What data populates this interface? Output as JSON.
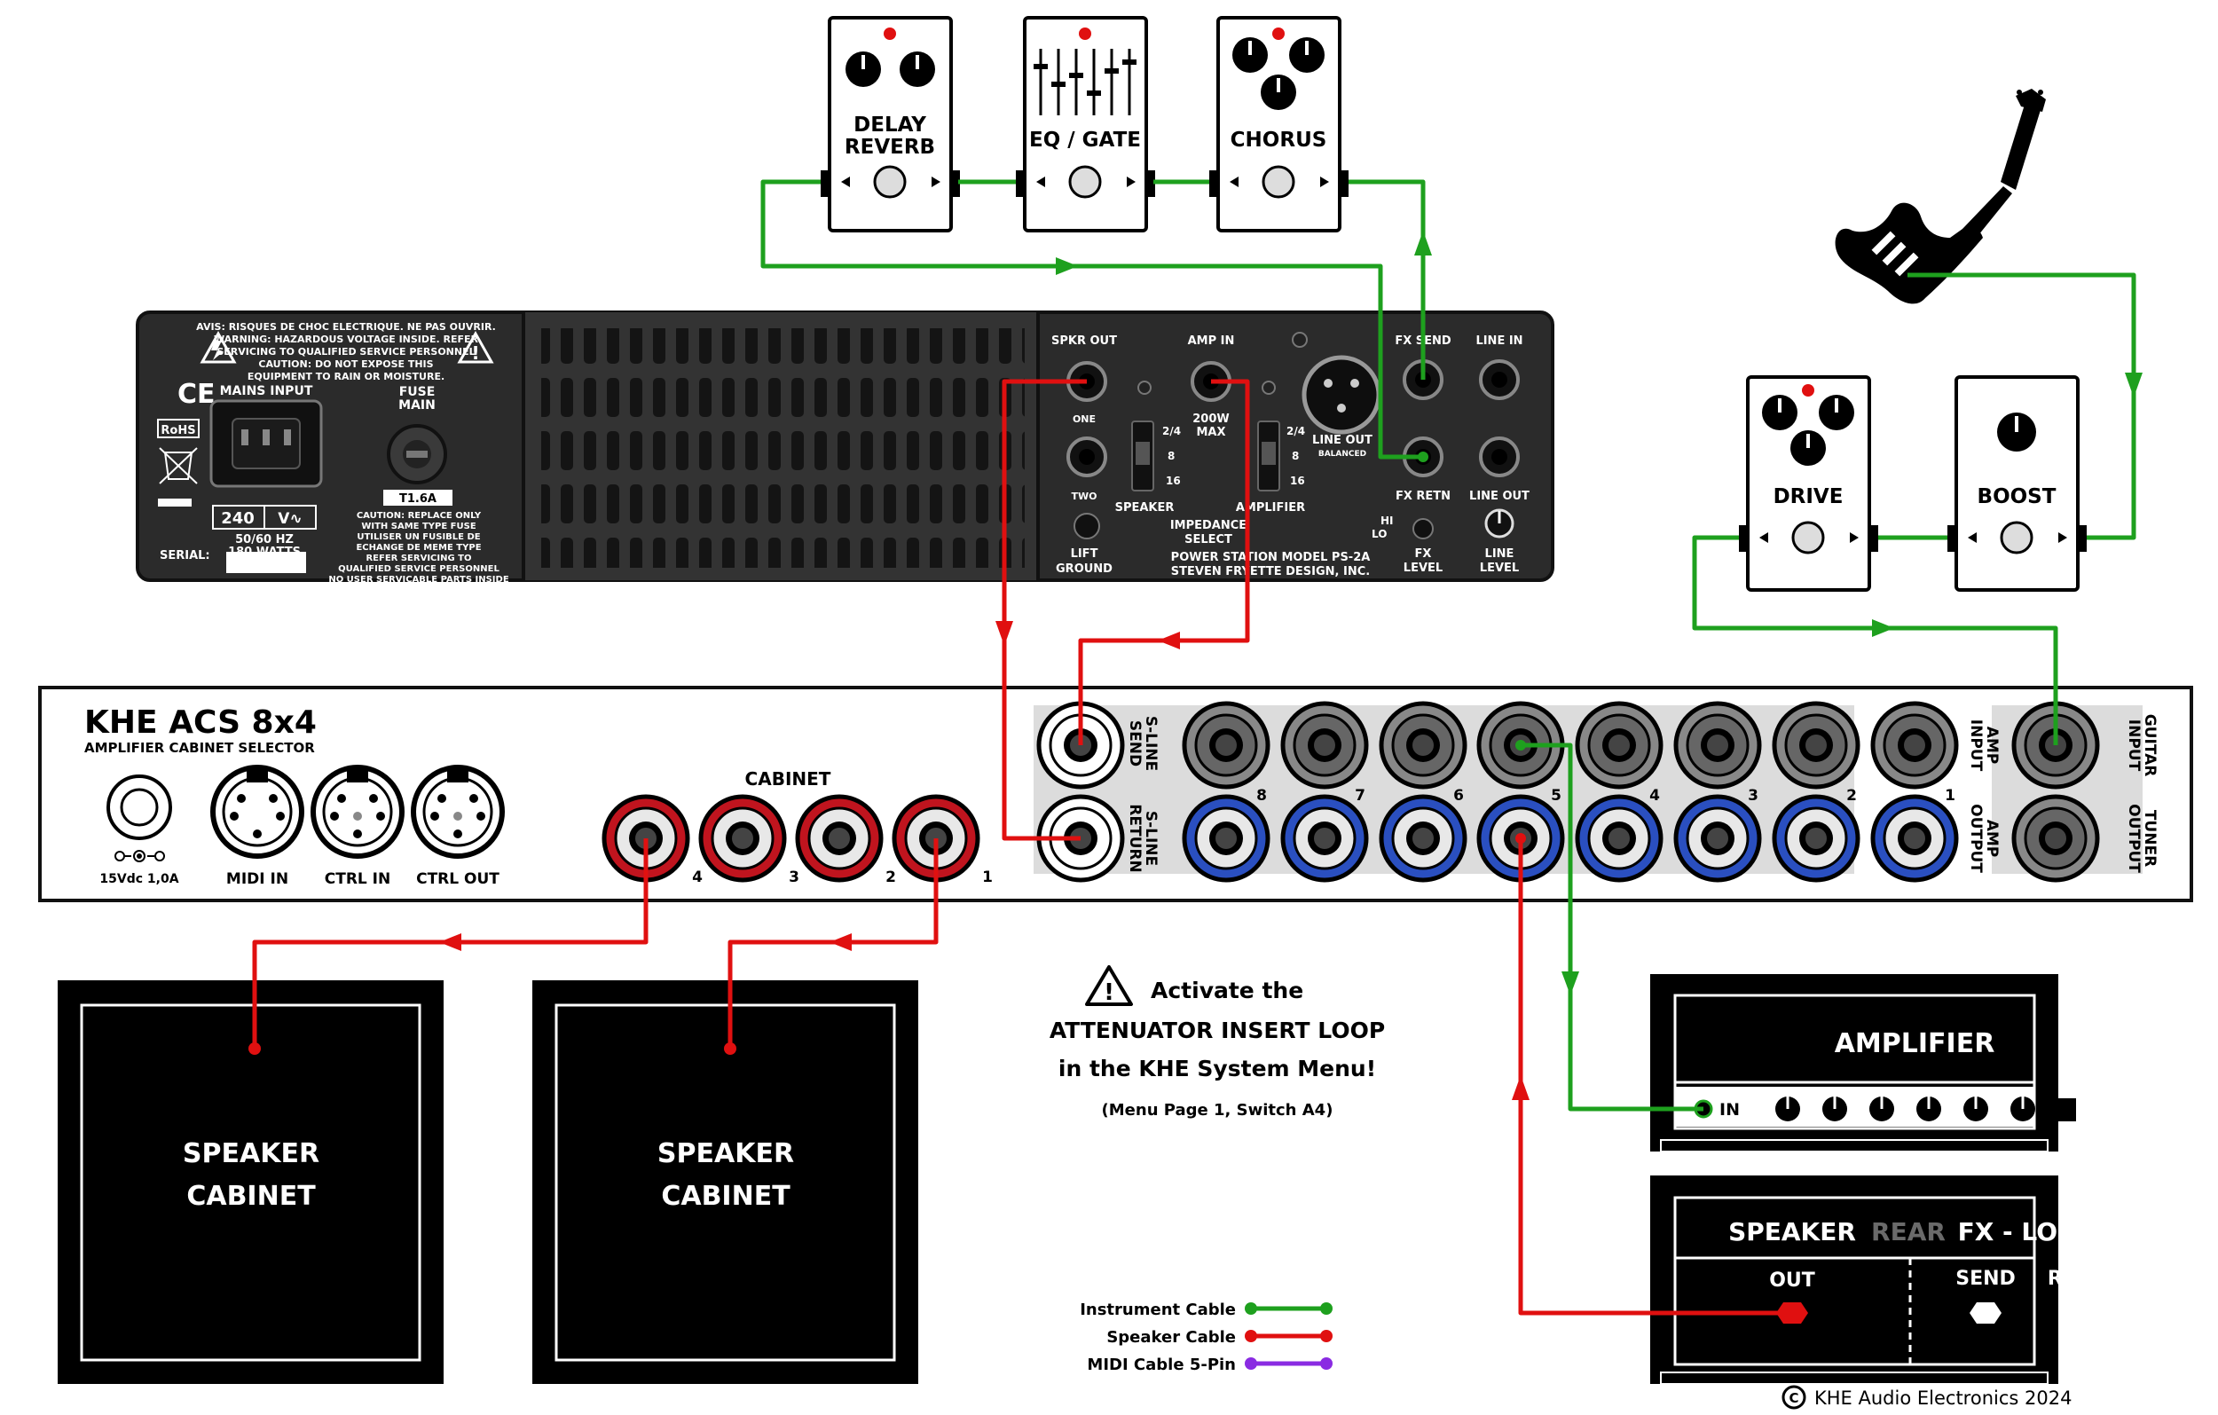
{
  "pedals": {
    "delay": {
      "line1": "DELAY",
      "line2": "REVERB"
    },
    "eq": {
      "label": "EQ / GATE"
    },
    "chorus": {
      "label": "CHORUS"
    },
    "drive": {
      "label": "DRIVE"
    },
    "boost": {
      "label": "BOOST"
    }
  },
  "power_station": {
    "warning": [
      "AVIS: RISQUES DE CHOC ELECTRIQUE. NE PAS OUVRIR.",
      "WARNING: HAZARDOUS VOLTAGE INSIDE. REFER",
      "SERVICING TO QUALIFIED SERVICE PERSONNEL",
      "CAUTION: DO NOT EXPOSE THIS",
      "EQUIPMENT TO RAIN OR MOISTURE."
    ],
    "ce": "CE",
    "rohs": "RoHS",
    "mains_input": "MAINS INPUT",
    "fuse_line1": "FUSE",
    "fuse_line2": "MAIN",
    "fuse_rating": "T1.6A",
    "voltage": "240",
    "voltage_unit": "V∿",
    "hz": "50/60 HZ",
    "watts": "180 WATTS",
    "serial": "SERIAL:",
    "caution": [
      "CAUTION: REPLACE ONLY",
      "WITH SAME TYPE FUSE",
      "UTILISER UN FUSIBLE DE",
      "ECHANGE DE MEME TYPE",
      "REFER SERVICING TO",
      "QUALIFIED SERVICE PERSONNEL",
      "NO USER SERVICABLE PARTS INSIDE"
    ],
    "spkr_out": "SPKR OUT",
    "one": "ONE",
    "two": "TWO",
    "amp_in": "AMP IN",
    "max_line1": "200W",
    "max_line2": "MAX",
    "imp_values": [
      "2/4",
      "8",
      "16"
    ],
    "speaker": "SPEAKER",
    "amplifier": "AMPLIFIER",
    "impedance_line1": "IMPEDANCE",
    "impedance_line2": "SELECT",
    "lift_line1": "LIFT",
    "lift_line2": "GROUND",
    "line_out": "LINE OUT",
    "balanced": "BALANCED",
    "fx_send": "FX SEND",
    "fx_retn": "FX RETN",
    "line_in": "LINE IN",
    "line_out2": "LINE OUT",
    "hi": "HI",
    "lo": "LO",
    "fx_level_line1": "FX",
    "fx_level_line2": "LEVEL",
    "line_level_line1": "LINE",
    "line_level_line2": "LEVEL",
    "model_line1": "POWER STATION MODEL PS-2A",
    "model_line2": "STEVEN FRYETTE DESIGN, INC."
  },
  "acs": {
    "title": "KHE ACS 8x4",
    "subtitle": "AMPLIFIER CABINET SELECTOR",
    "power": "15Vdc 1,0A",
    "midi_in": "MIDI IN",
    "ctrl_in": "CTRL IN",
    "ctrl_out": "CTRL OUT",
    "cabinet": "CABINET",
    "cabinet_numbers": [
      "4",
      "3",
      "2",
      "1"
    ],
    "sline_send": [
      "S-LINE",
      "SEND"
    ],
    "sline_return": [
      "S-LINE",
      "RETURN"
    ],
    "amp_numbers": [
      "8",
      "7",
      "6",
      "5",
      "4",
      "3",
      "2",
      "1"
    ],
    "amp_input": [
      "AMP",
      "INPUT"
    ],
    "amp_output": [
      "AMP",
      "OUTPUT"
    ],
    "guitar_input": [
      "GUITAR",
      "INPUT"
    ],
    "tuner_output": [
      "TUNER",
      "OUTPUT"
    ]
  },
  "cabinets": {
    "left": {
      "line1": "SPEAKER",
      "line2": "CABINET"
    },
    "right": {
      "line1": "SPEAKER",
      "line2": "CABINET"
    }
  },
  "note": {
    "line1": "Activate the",
    "line2": "ATTENUATOR INSERT LOOP",
    "line3": "in the KHE System Menu!",
    "line4": "(Menu Page 1, Switch A4)"
  },
  "amp_head": {
    "title": "AMPLIFIER",
    "in_label": "IN"
  },
  "amp_rear": {
    "speaker": "SPEAKER",
    "rear": "REAR",
    "fx_loop": "FX - LOOP",
    "out": "OUT",
    "send": "SEND",
    "return": "RETURN"
  },
  "legend": [
    {
      "label": "Instrument Cable",
      "color": "#1ea01e"
    },
    {
      "label": "Speaker Cable",
      "color": "#e01010"
    },
    {
      "label": "MIDI Cable 5-Pin",
      "color": "#8a2be2"
    }
  ],
  "copyright": "KHE Audio Electronics 2024",
  "colors": {
    "instrument": "#1ea01e",
    "speaker": "#e01010",
    "midi": "#8a2be2",
    "blue_jack": "#2a4fc0",
    "red_jack": "#c0141e",
    "panel": "#2b2b2b"
  }
}
